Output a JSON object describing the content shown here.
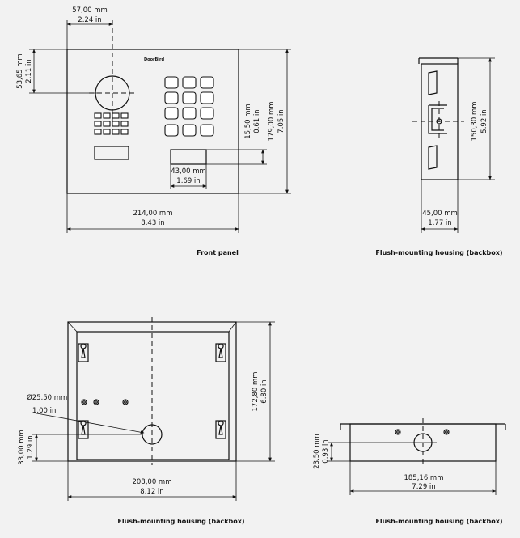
{
  "brand": "DoorBird",
  "captions": {
    "front_panel": "Front panel",
    "housing_side": "Flush-mounting housing (backbox)",
    "housing_front": "Flush-mounting housing (backbox)",
    "housing_bottom": "Flush-mounting housing (backbox)"
  },
  "front_panel": {
    "cam_offset_mm": "57,00 mm",
    "cam_offset_in": "2.24 in",
    "cam_height_mm": "53,65 mm",
    "cam_height_in": "2.11 in",
    "width_mm": "214,00 mm",
    "width_in": "8.43 in",
    "height_mm": "179,00 mm",
    "height_in": "7.05 in",
    "slot_width_mm": "43,00 mm",
    "slot_width_in": "1.69 in",
    "slot_height_mm": "15,50 mm",
    "slot_height_in": "0.61 in"
  },
  "housing_side": {
    "height_mm": "150,30 mm",
    "height_in": "5.92 in",
    "depth_mm": "45,00 mm",
    "depth_in": "1.77 in"
  },
  "housing_front": {
    "hole_dia_mm": "Ø25,50 mm",
    "hole_dia_in": "1.00 in",
    "hole_height_mm": "33,00 mm",
    "hole_height_in": "1.29 in",
    "height_mm": "172,80 mm",
    "height_in": "6.80 in",
    "width_mm": "208,00 mm",
    "width_in": "8.12 in"
  },
  "housing_bottom": {
    "depth_mm": "23,50 mm",
    "depth_in": "0.93 in",
    "width_mm": "185,16 mm",
    "width_in": "7.29 in"
  }
}
